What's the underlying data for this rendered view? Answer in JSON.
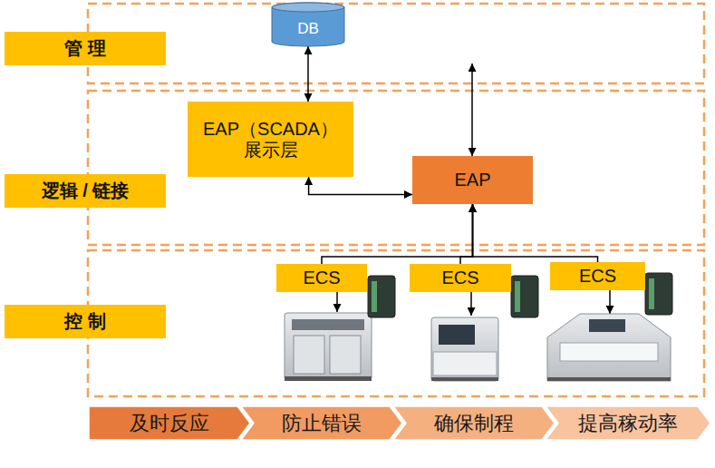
{
  "diagram": {
    "nodes": [
      {
        "text": [
          "管 理"
        ]
      },
      {
        "text": [
          "DB"
        ]
      },
      {
        "text": [
          "逻辑 / 链接"
        ]
      },
      {
        "text": [
          "EAP（SCADA） 展示层"
        ]
      },
      {
        "text": [
          "EAP"
        ]
      },
      {
        "text": [
          "ECS"
        ]
      },
      {
        "text": [
          "ECS"
        ]
      },
      {
        "text": [
          "ECS"
        ]
      },
      {
        "text": [
          "控 制"
        ]
      },
      {
        "text": [
          "及时反应"
        ]
      },
      {
        "text": [
          "防止错误"
        ]
      },
      {
        "text": [
          "确保制程"
        ]
      },
      {
        "text": [
          "提高稼动率"
        ]
      }
    ],
    "edges": [
      {
        "from": 1,
        "to": 3,
        "arrow": "both"
      },
      {
        "from": 3,
        "to": 4,
        "arrow": "both"
      },
      {
        "from": 5,
        "to": 4,
        "arrow": "to"
      },
      {
        "from": 6,
        "to": 4,
        "arrow": "to"
      },
      {
        "from": 7,
        "to": 4,
        "arrow": "to"
      }
    ]
  }
}
